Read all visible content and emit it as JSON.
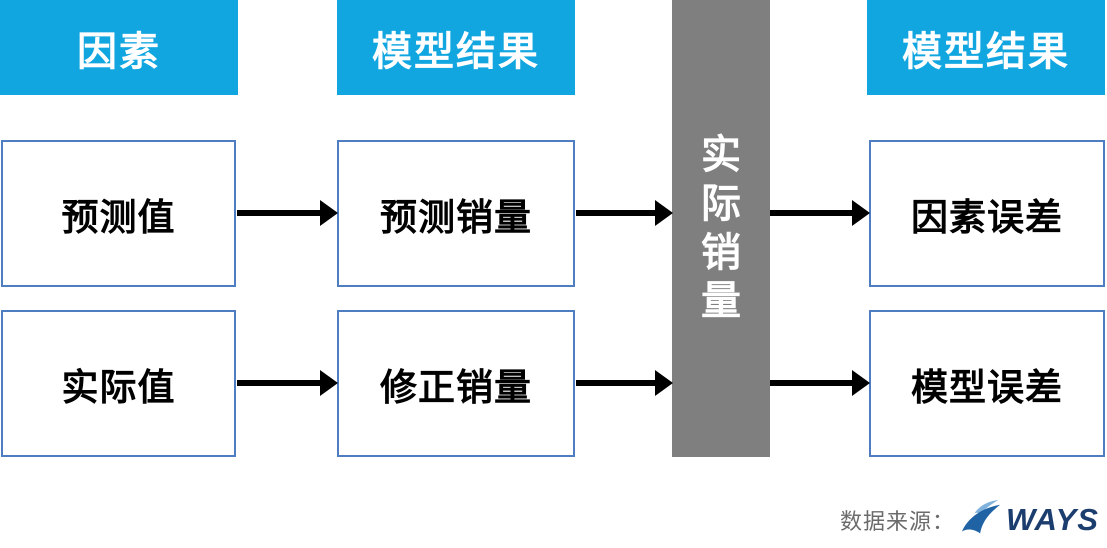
{
  "diagram": {
    "headers": [
      {
        "label": "因素"
      },
      {
        "label": "模型结果"
      },
      {
        "label": "模型结果"
      }
    ],
    "center_bar": {
      "label": "实际销量"
    },
    "boxes": [
      {
        "label": "预测值"
      },
      {
        "label": "预测销量"
      },
      {
        "label": "因素误差"
      },
      {
        "label": "实际值"
      },
      {
        "label": "修正销量"
      },
      {
        "label": "模型误差"
      }
    ],
    "colors": {
      "header_bg": "#11A6E0",
      "center_bar_bg": "#7F7F7F",
      "box_border": "#4E7EC1",
      "arrow": "#000000"
    }
  },
  "footer": {
    "source_label": "数据来源：",
    "brand": "WAYS",
    "brand_color": "#1C3E6E"
  }
}
